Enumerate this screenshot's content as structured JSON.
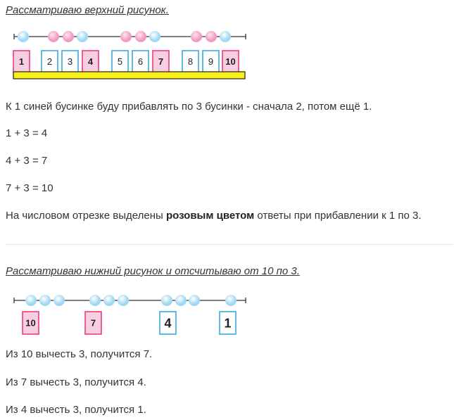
{
  "section1": {
    "heading": "Рассматриваю верхний рисунок.",
    "figure": {
      "beads": [
        "blue",
        "pink",
        "pink",
        "blue",
        "pink",
        "pink",
        "blue",
        "pink",
        "pink",
        "blue"
      ],
      "numbers": [
        "1",
        "2",
        "3",
        "4",
        "5",
        "6",
        "7",
        "8",
        "9",
        "10"
      ],
      "highlighted": [
        "1",
        "4",
        "7",
        "10"
      ]
    },
    "p1": "К 1 синей бусинке буду прибавлять по 3 бусинки - сначала 2, потом ещё 1.",
    "eq1": "1 + 3 = 4",
    "eq2": "4 + 3 = 7",
    "eq3": "7 + 3 = 10",
    "p2_before": "На числовом отрезке выделены ",
    "p2_bold": "розовым цветом",
    "p2_after": " ответы при прибавлении к 1 по 3."
  },
  "section2": {
    "heading": "Рассматриваю нижний рисунок и отсчитываю от 10 по 3.",
    "figure": {
      "numbers": [
        "10",
        "7",
        "4",
        "1"
      ],
      "highlighted": [
        "10",
        "7"
      ]
    },
    "l1": "Из 10 вычесть 3, получится 7.",
    "l2": "Из 7 вычесть 3, получится 4.",
    "l3": "Из 4 вычесть 3, получится 1."
  },
  "colors": {
    "pink": "#e8307a",
    "pinkFill": "#f7cfe0",
    "blue": "#2aa3dc",
    "yellow": "#f7ee1a",
    "beadBlue": "#9fd8f2",
    "beadPink": "#f29ac0"
  }
}
